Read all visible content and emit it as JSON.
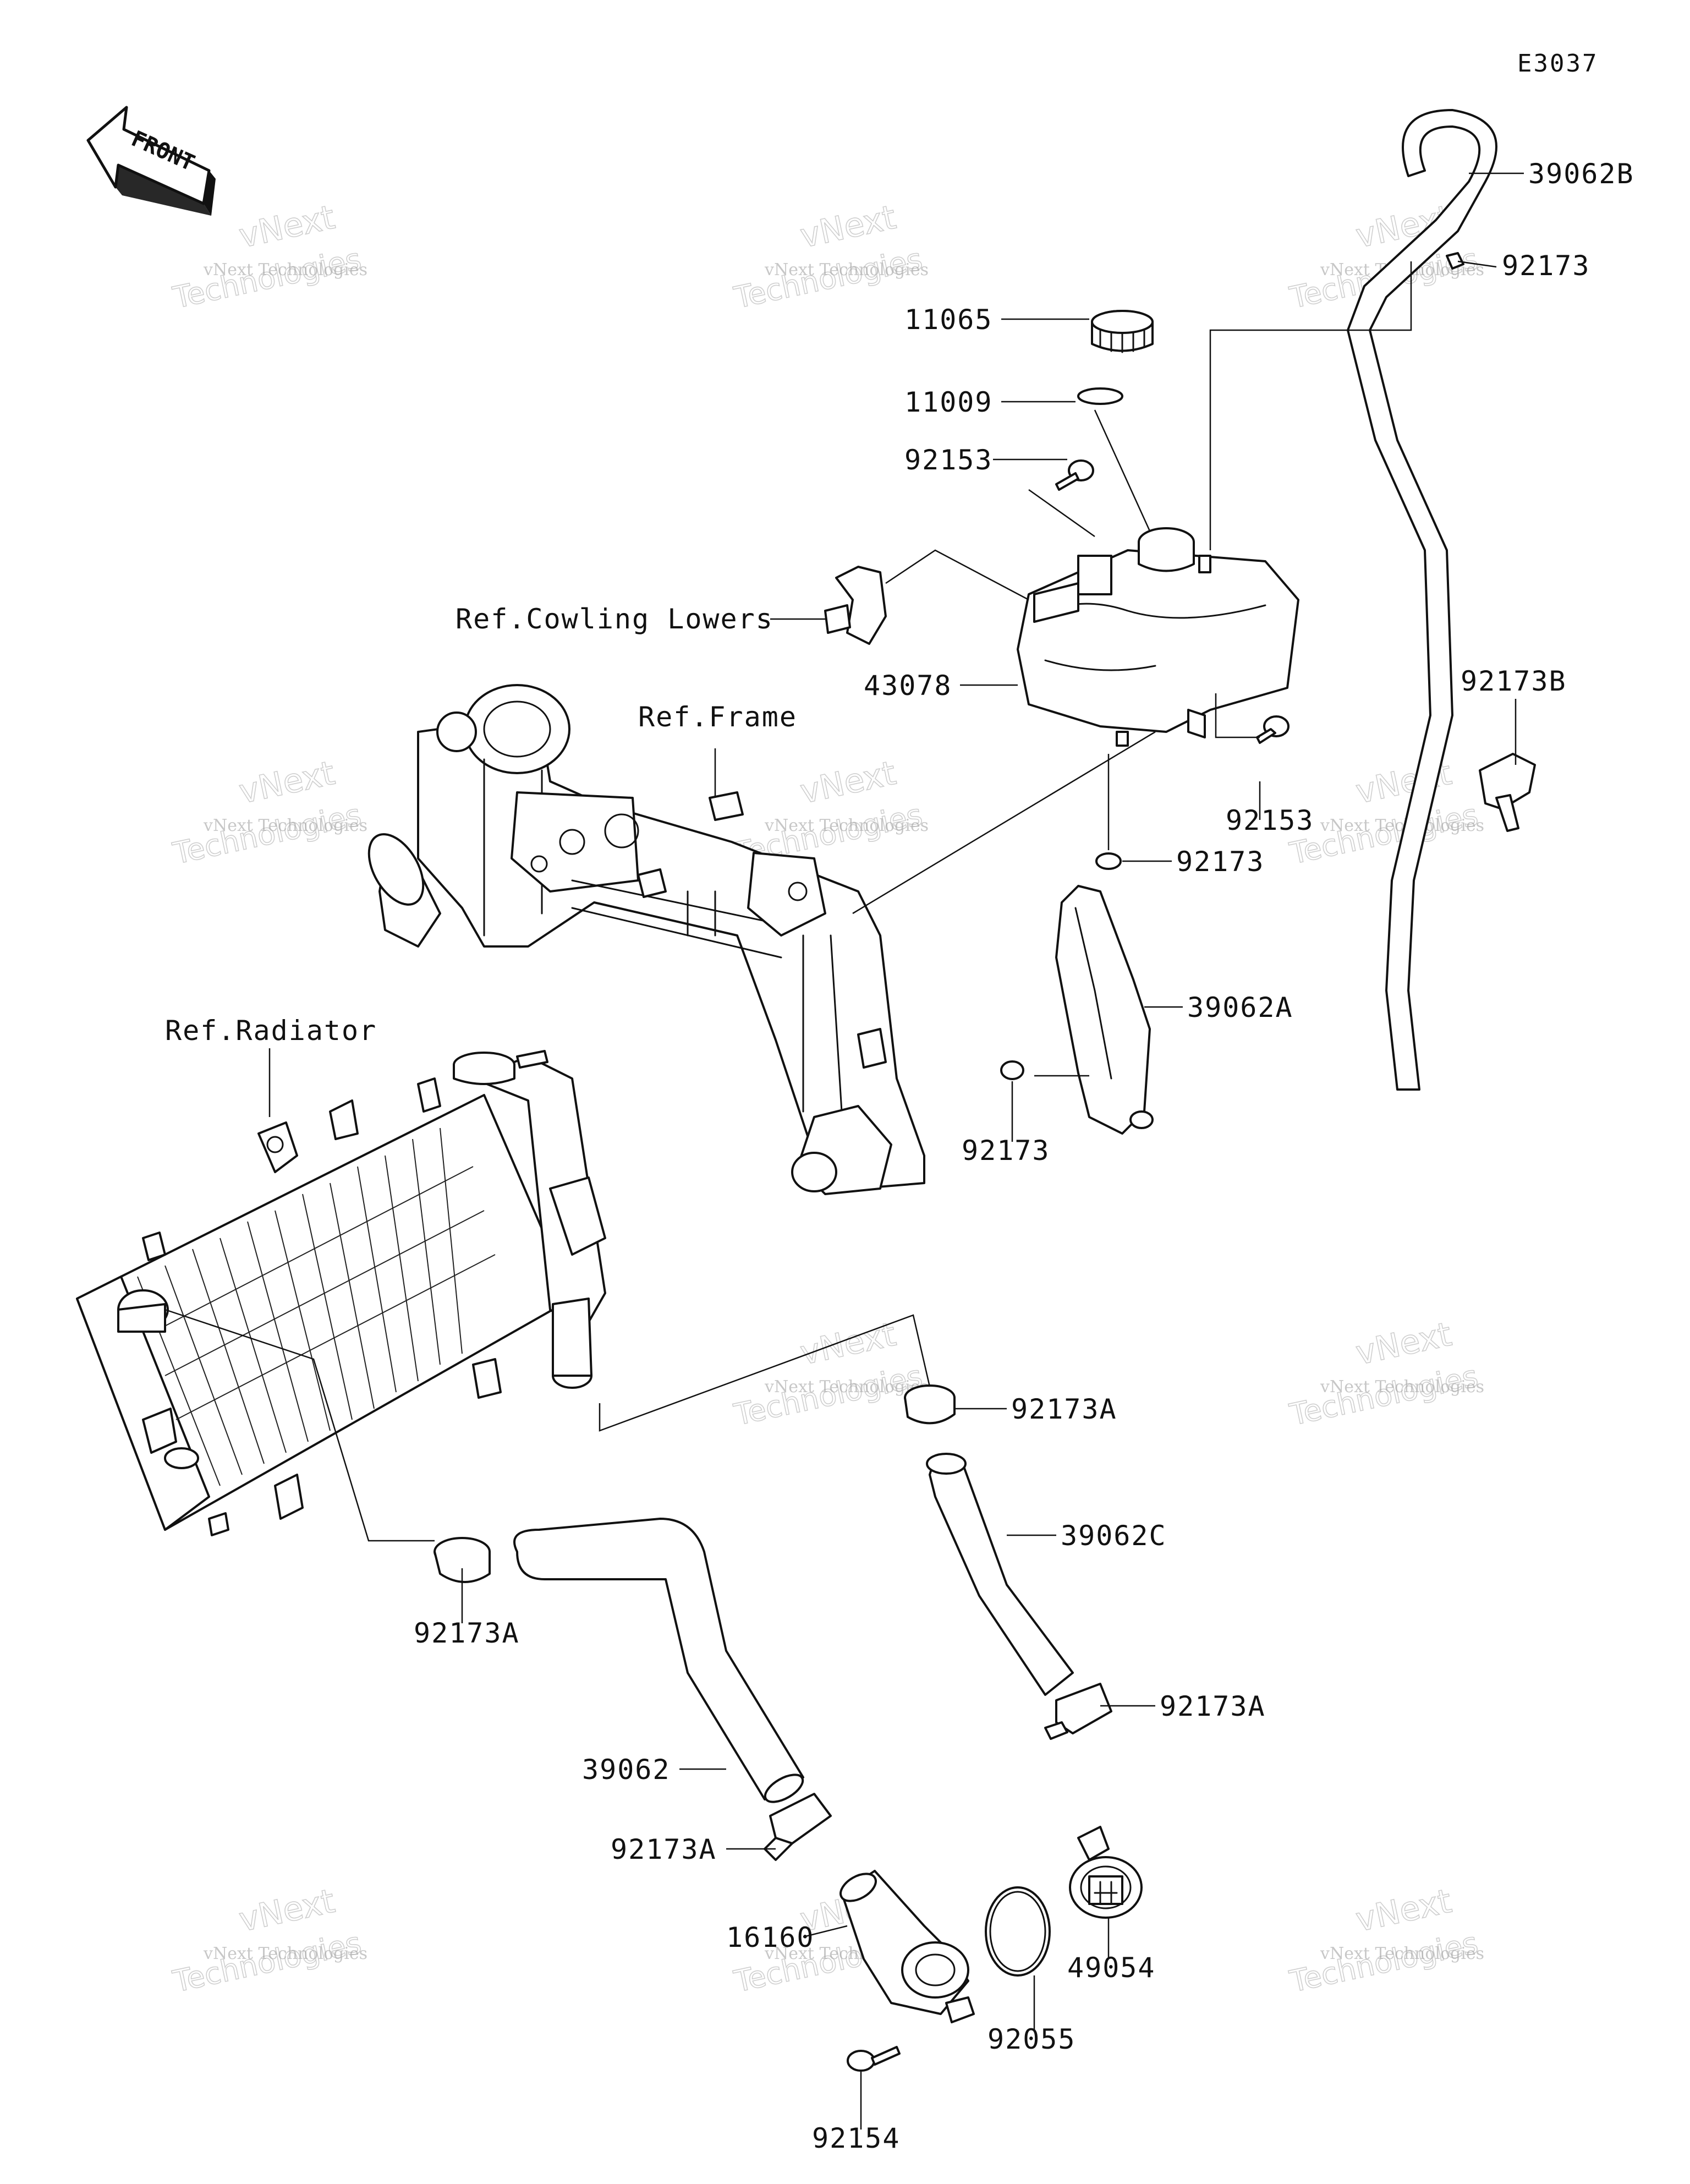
{
  "diagram_code": "E3037",
  "direction_label": "FRONT",
  "watermark": {
    "brand_small": "vNext Technologies",
    "brand_line1": "vNext",
    "brand_line2": "Technologies"
  },
  "callouts": {
    "hose_39062B": "39062B",
    "clamp_92173_top": "92173",
    "cap_11065": "11065",
    "gasket_11009": "11009",
    "bolt_92153_top": "92153",
    "ref_cowling": "Ref.Cowling Lowers",
    "tank_43078": "43078",
    "ref_frame": "Ref.Frame",
    "clip_92173B": "92173B",
    "bolt_92153_right": "92153",
    "clamp_92173_mid": "92173",
    "hose_39062A": "39062A",
    "clamp_92173_low": "92173",
    "ref_radiator": "Ref.Radiator",
    "clamp_92173A_upper": "92173A",
    "hose_39062C": "39062C",
    "clamp_92173A_left": "92173A",
    "clamp_92173A_right": "92173A",
    "hose_39062": "39062",
    "clamp_92173A_bottom": "92173A",
    "housing_16160": "16160",
    "oring_92055": "92055",
    "thermostat_49054": "49054",
    "bolt_92154": "92154"
  }
}
